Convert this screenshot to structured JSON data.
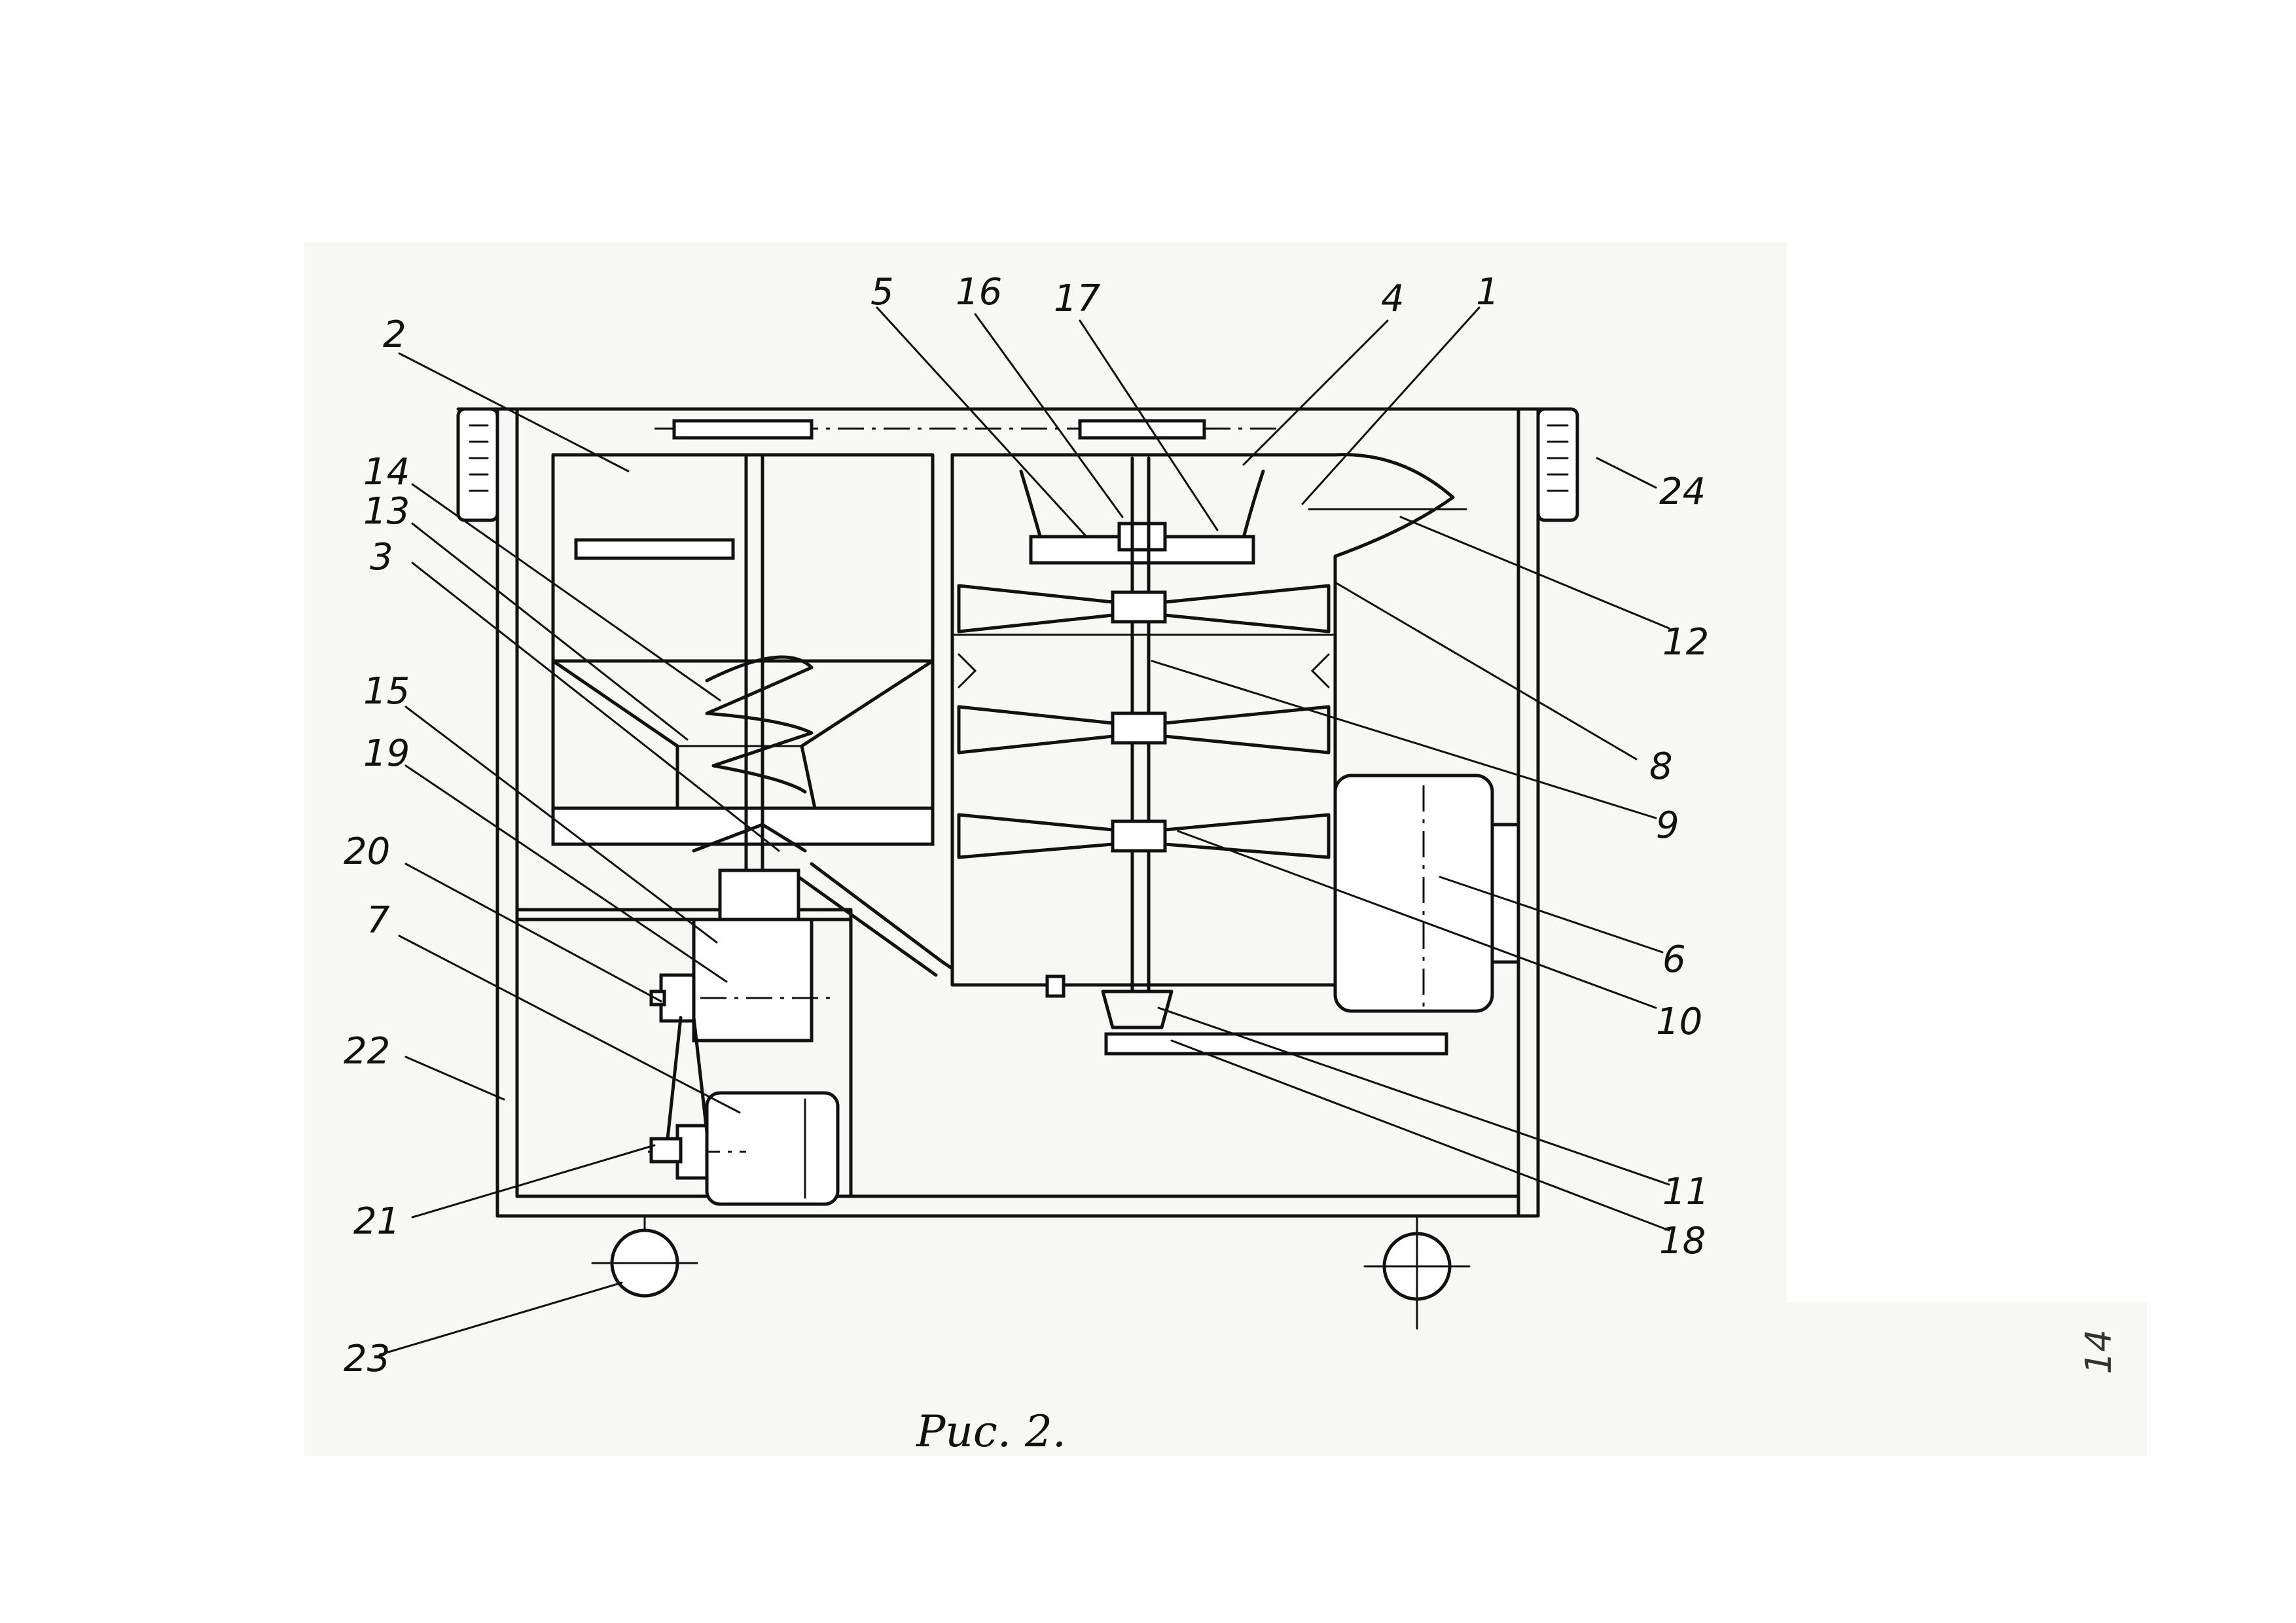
{
  "figure": {
    "caption": "Рис. 2.",
    "corner_mark": "14"
  },
  "labels": [
    {
      "id": "l2",
      "text": "2"
    },
    {
      "id": "l5",
      "text": "5"
    },
    {
      "id": "l16",
      "text": "16"
    },
    {
      "id": "l17",
      "text": "17"
    },
    {
      "id": "l4",
      "text": "4"
    },
    {
      "id": "l1",
      "text": "1"
    },
    {
      "id": "l24",
      "text": "24"
    },
    {
      "id": "l14",
      "text": "14"
    },
    {
      "id": "l13",
      "text": "13"
    },
    {
      "id": "l3",
      "text": "3"
    },
    {
      "id": "l12",
      "text": "12"
    },
    {
      "id": "l8",
      "text": "8"
    },
    {
      "id": "l15",
      "text": "15"
    },
    {
      "id": "l9",
      "text": "9"
    },
    {
      "id": "l19",
      "text": "19"
    },
    {
      "id": "l20",
      "text": "20"
    },
    {
      "id": "l6",
      "text": "6"
    },
    {
      "id": "l7",
      "text": "7"
    },
    {
      "id": "l10",
      "text": "10"
    },
    {
      "id": "l22",
      "text": "22"
    },
    {
      "id": "l11",
      "text": "11"
    },
    {
      "id": "l21",
      "text": "21"
    },
    {
      "id": "l18",
      "text": "18"
    },
    {
      "id": "l23",
      "text": "23"
    }
  ]
}
